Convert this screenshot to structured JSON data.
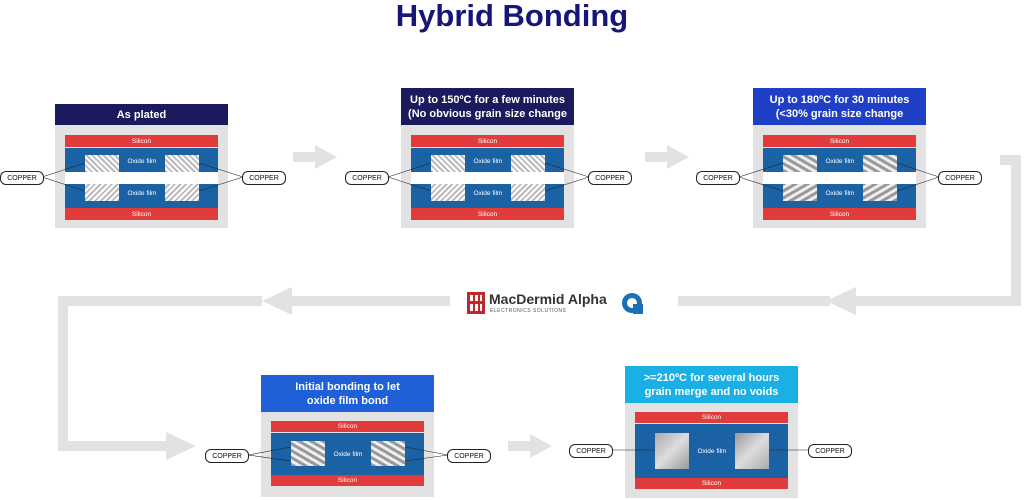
{
  "title": "Hybrid Bonding",
  "labels": {
    "silicon": "Silicon",
    "oxide": "Oxide film",
    "copper": "COPPER"
  },
  "colors": {
    "title": "#15157a",
    "silicon": "#e23b3b",
    "oxide": "#1b62a4",
    "frame": "#e2e2e2",
    "arrow": "#e2e2e2"
  },
  "stages": [
    {
      "caption": [
        "As plated"
      ],
      "caption_color": "#1a1a5c",
      "bonded": false,
      "grain": "fine"
    },
    {
      "caption": [
        "Up to 150ºC for a few minutes",
        "(No obvious grain size change"
      ],
      "caption_color": "#1a1a5c",
      "bonded": false,
      "grain": "fine"
    },
    {
      "caption": [
        "Up to 180ºC for 30 minutes",
        "(<30% grain size change"
      ],
      "caption_color": "#1f3fc4",
      "bonded": false,
      "grain": "medium"
    },
    {
      "caption": [
        "Initial bonding to let",
        "oxide film bond"
      ],
      "caption_color": "#1f5fd8",
      "bonded": true,
      "grain": "medium"
    },
    {
      "caption": [
        ">=210ºC for several hours",
        "grain merge and no voids"
      ],
      "caption_color": "#1ab0e6",
      "bonded": true,
      "grain": "merged"
    }
  ],
  "logo": {
    "name": "MacDermid Alpha",
    "subtitle": "ELECTRONICS SOLUTIONS",
    "brand_color": "#c0272d",
    "mark_color": "#1b6fb5"
  }
}
